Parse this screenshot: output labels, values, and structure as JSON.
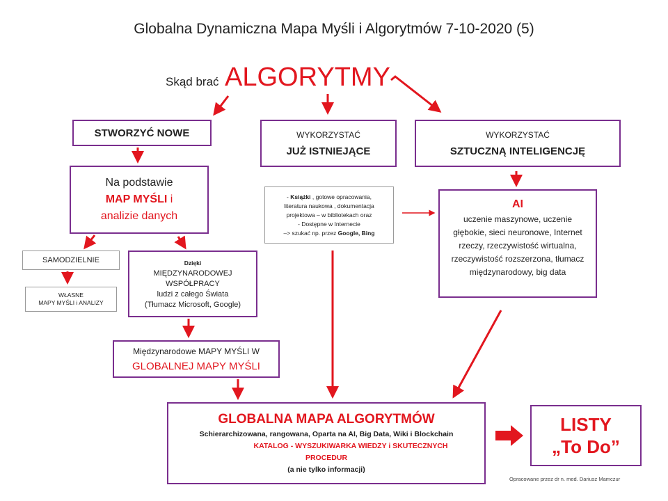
{
  "title": "Globalna Dynamiczna Mapa Myśli i Algorytmów 7-10-2020 (5)",
  "header": {
    "prefix": "Skąd brać",
    "main": "ALGORYTMY"
  },
  "col1": {
    "create": "STWORZYĆ NOWE",
    "basis": {
      "line1": "Na podstawie",
      "line2_red": "MAP MYŚLI",
      "line2_rest": " i",
      "line3": "analizie danych"
    },
    "alone": "SAMODZIELNIE",
    "own": {
      "line1": "WŁASNE",
      "line2": "MAPY MYŚLI i ANALIZY"
    },
    "thanks": {
      "line1": "Dzięki",
      "line2": "MIĘDZYNARODOWEJ",
      "line3": "WSPÓŁPRACY",
      "line4": "ludzi z całego Świata",
      "line5": "(Tłumacz Microsoft, Google)"
    },
    "intl": {
      "line1": "Międzynarodowe MAPY MYŚLI W",
      "line2": "GLOBALNEJ MAPY MYŚLI"
    }
  },
  "col2": {
    "use": "WYKORZYSTAĆ",
    "existing": "JUŻ ISTNIEJĄCE",
    "books": {
      "line1a": "- ",
      "line1b": "Książki",
      "line1c": " , gotowe opracowania,",
      "line2": "literatura naukowa , dokumentacja",
      "line3": "projektowa – w bibliotekach oraz",
      "line4": "-      Dostępne w Internecie",
      "line5a": "–> szukać np. przez ",
      "line5b": "Google, Bing"
    }
  },
  "col3": {
    "use": "WYKORZYSTAĆ",
    "ai_label": "SZTUCZNĄ INTELIGENCJĘ",
    "ai_title": "AI",
    "ai_text": "uczenie maszynowe, uczenie głębokie, sieci neuronowe, Internet rzeczy, rzeczywistość wirtualna, rzeczywistość rozszerzona, tłumacz międzynarodowy, big data"
  },
  "global": {
    "title": "GLOBALNA MAPA ALGORYTMÓW",
    "line2": "Schierarchizowana, rangowana, Oparta na AI, Big Data, Wiki i Blockchain",
    "line3": "KATALOG - WYSZUKIWARKA WIEDZY i SKUTECZNYCH",
    "line4": "PROCEDUR",
    "line5": "(a nie tylko informacji)"
  },
  "todo": {
    "line1": "LISTY",
    "line2": "„To Do”"
  },
  "footer": "Opracowane przez dr n. med. Dariusz Mamczur",
  "colors": {
    "red": "#e2161e",
    "purple": "#7a2e8e",
    "gray": "#9a9a9a"
  }
}
